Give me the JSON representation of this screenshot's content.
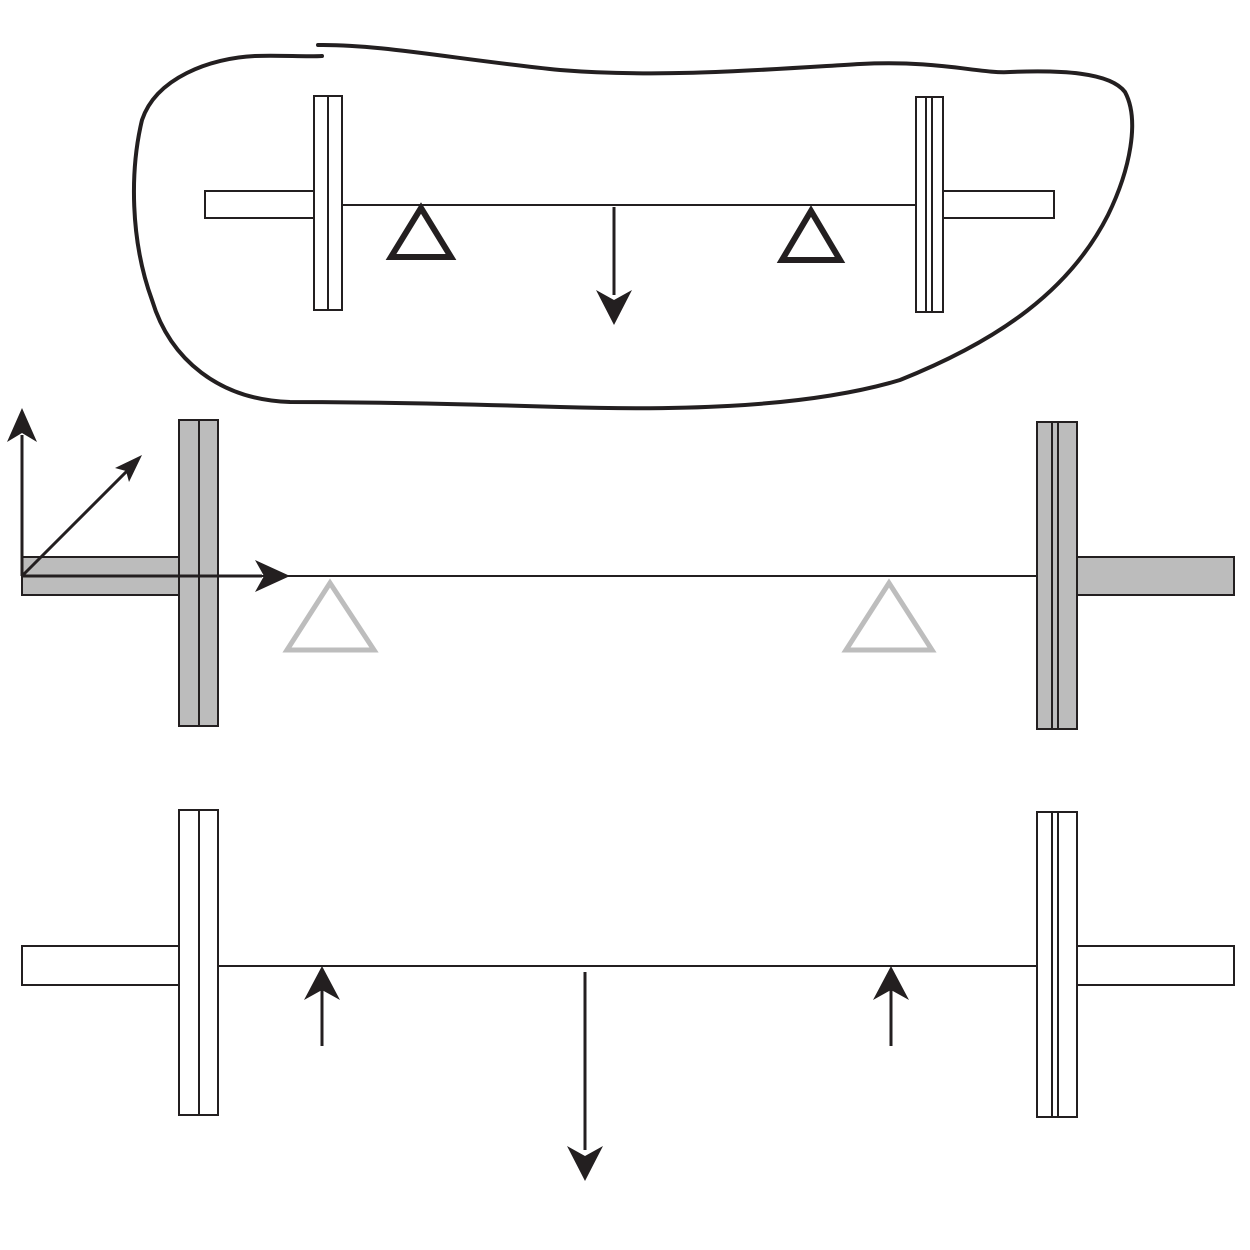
{
  "panels": [
    {
      "id": "isolated-system",
      "items": [
        "system-boundary",
        "left-plate",
        "right-plate",
        "left-handle",
        "right-handle",
        "bar",
        "left-support",
        "right-support",
        "weight-arrow"
      ]
    },
    {
      "id": "coordinate-and-supports",
      "items": [
        "x-axis-arrow",
        "y-axis-arrow",
        "z-axis-arrow",
        "left-plate",
        "right-plate",
        "left-sleeve",
        "right-sleeve",
        "bar",
        "left-support",
        "right-support"
      ]
    },
    {
      "id": "free-body",
      "items": [
        "left-plate",
        "right-plate",
        "left-sleeve",
        "right-sleeve",
        "bar",
        "left-reaction-arrow",
        "right-reaction-arrow",
        "weight-arrow"
      ]
    }
  ],
  "colors": {
    "ink": "#231f20",
    "plate_fill_gray": "#bcbcbc",
    "support_light": "#bdbdbd",
    "background": "#ffffff"
  }
}
